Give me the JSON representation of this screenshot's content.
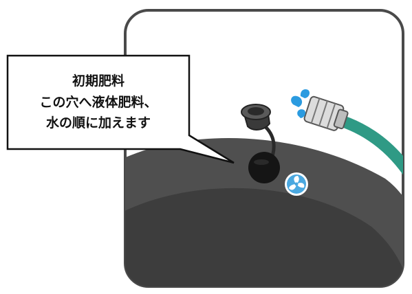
{
  "callout": {
    "lines": [
      "初期肥料",
      "この穴へ液体肥料、",
      "水の順に加えます"
    ]
  },
  "icons": {
    "fan": "fan-icon",
    "water_drops": "water-drops-icon"
  },
  "colors": {
    "frame_border": "#4a4a4a",
    "tank_outer": "#4f4f4f",
    "tank_inner": "#3d3d3d",
    "fan_blue": "#4aa8e0",
    "hose_green": "#2f9a85",
    "water_drop": "#2b9be0"
  }
}
